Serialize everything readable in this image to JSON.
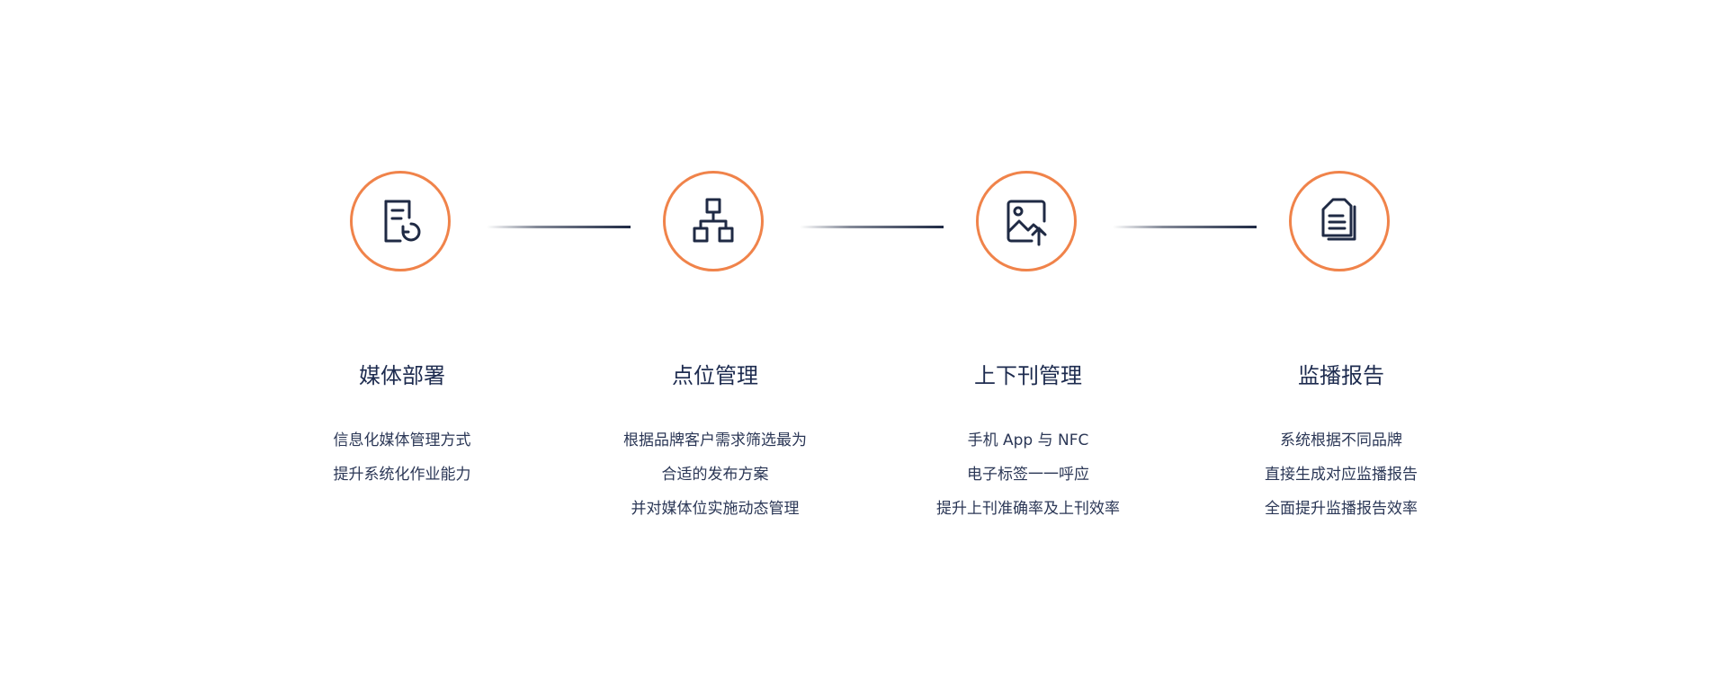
{
  "colors": {
    "accent": "#f0834a",
    "icon": "#1f2a44",
    "text": "#1f2a44"
  },
  "steps": [
    {
      "icon": "document-refresh-icon",
      "title": "媒体部署",
      "lines": [
        "信息化媒体管理方式",
        "提升系统化作业能力"
      ]
    },
    {
      "icon": "hierarchy-icon",
      "title": "点位管理",
      "lines": [
        "根据品牌客户需求筛选最为",
        "合适的发布方案",
        "并对媒体位实施动态管理"
      ]
    },
    {
      "icon": "image-upload-icon",
      "title": "上下刊管理",
      "lines": [
        "手机 App 与 NFC",
        "电子标签一一呼应",
        "提升上刊准确率及上刊效率"
      ]
    },
    {
      "icon": "documents-icon",
      "title": "监播报告",
      "lines": [
        "系统根据不同品牌",
        "直接生成对应监播报告",
        "全面提升监播报告效率"
      ]
    }
  ]
}
